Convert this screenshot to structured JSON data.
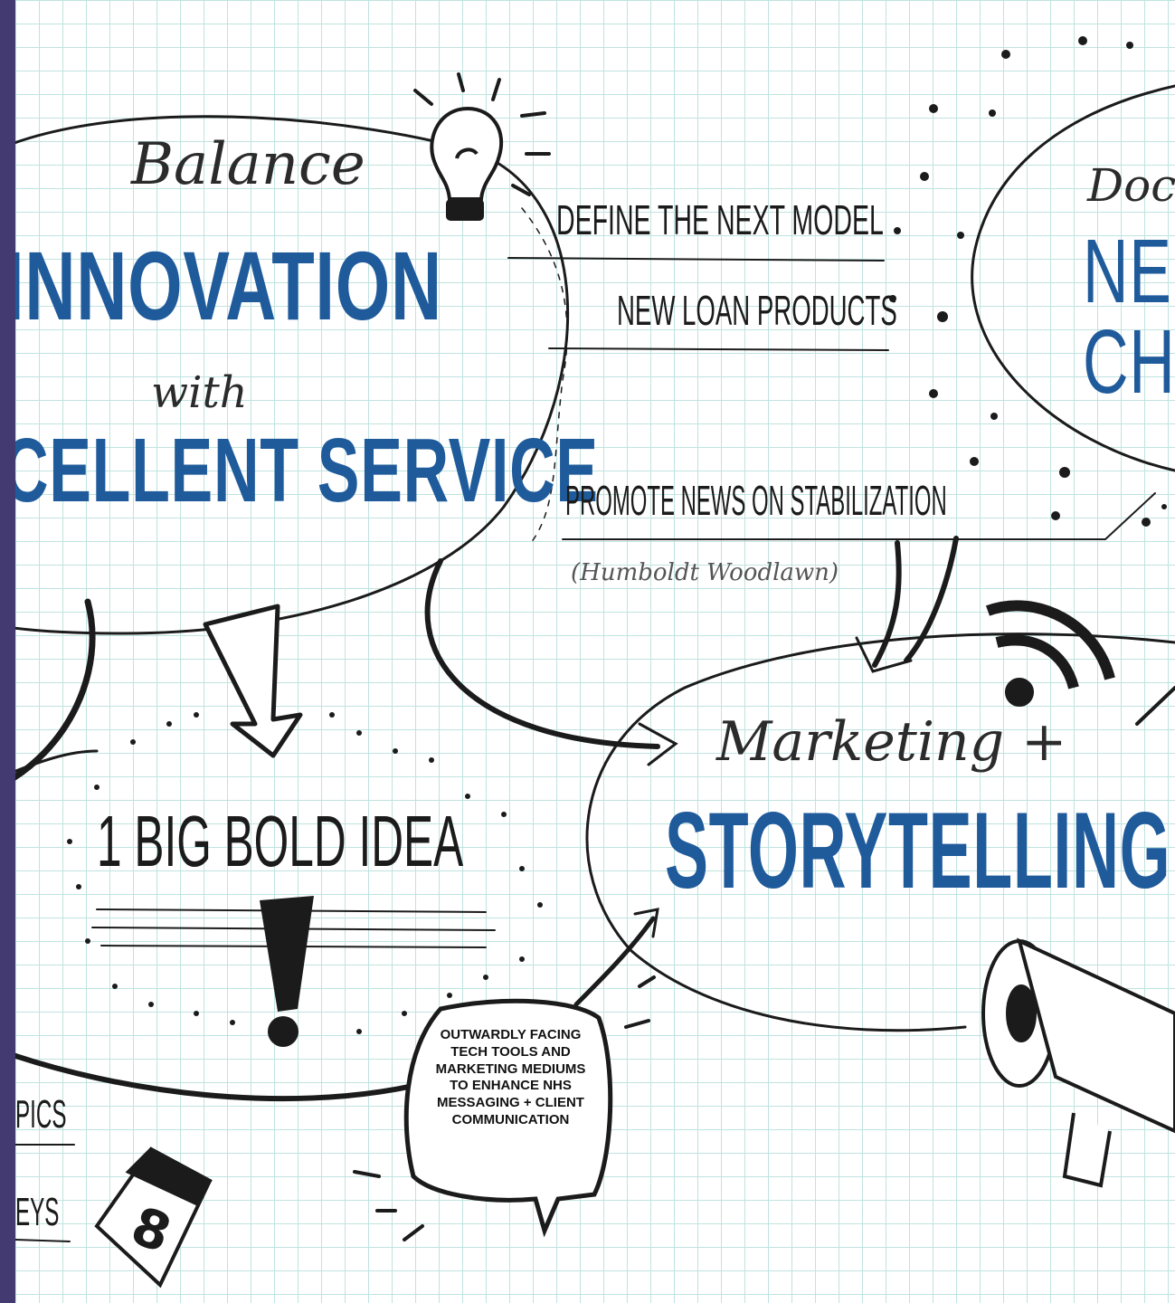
{
  "heading_script": "Balance",
  "innovation": "INNOVATION",
  "with_word": "with",
  "service": "CELLENT SERVICE",
  "big_idea": "1 BIG BOLD IDEA",
  "list_items": [
    "DEFINE THE NEXT MODEL",
    "NEW LOAN PRODUCTS",
    "PROMOTE NEWS ON STABILIZATION"
  ],
  "list_subnote": "(Humboldt Woodlawn)",
  "marketing_script": "Marketing +",
  "storytelling": "STORYTELLING",
  "right_script": "Docum",
  "right_word_1": "NE",
  "right_word_2": "CH",
  "speech_bubble": "OUTWARDLY FACING TECH TOOLS AND MARKETING MEDIUMS TO ENHANCE NHS MESSAGING + CLIENT COMMUNICATION",
  "bottom_left_1": "PICS",
  "bottom_left_2": "EYS",
  "calendar_number": "8",
  "colors": {
    "blue": "#1f5b9b",
    "ink": "#1b1b1b",
    "grid": "#bfe3df",
    "sidebar": "#443a72"
  },
  "icons": [
    "lightbulb-icon",
    "down-arrow-icon",
    "exclamation-icon",
    "wifi-icon",
    "megaphone-icon",
    "calendar-icon"
  ]
}
